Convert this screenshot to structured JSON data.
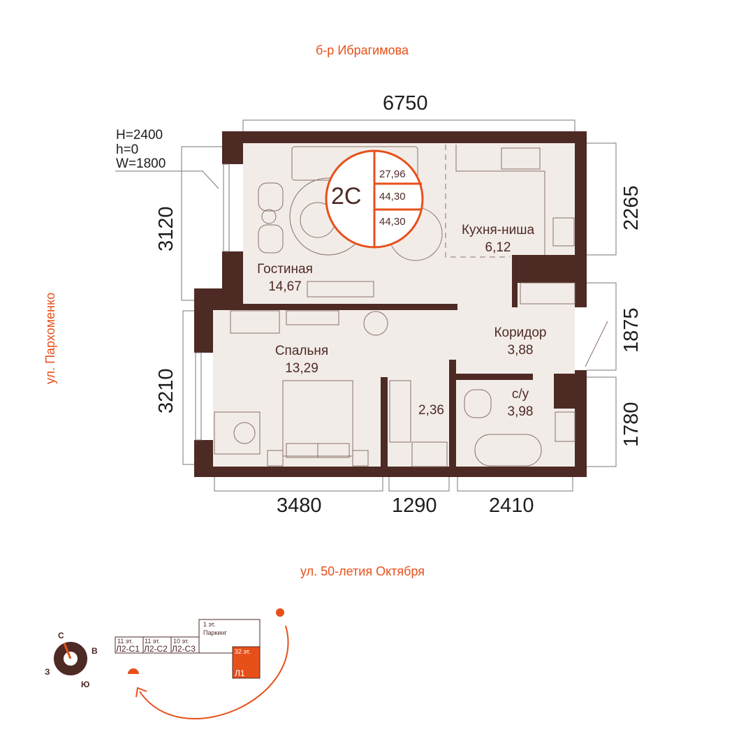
{
  "streets": {
    "top": "б-р Ибрагимова",
    "left": "ул. Пархоменко",
    "bottom": "ул. 50-летия Октября"
  },
  "dimensions": {
    "top": "6750",
    "left_upper": "3120",
    "left_lower": "3210",
    "right_1": "2265",
    "right_2": "1875",
    "right_3": "1780",
    "bottom_1": "3480",
    "bottom_2": "1290",
    "bottom_3": "2410"
  },
  "window_params": {
    "H": "H=2400",
    "h": "h=0",
    "W": "W=1800"
  },
  "badge": {
    "type": "2С",
    "living_area": "27,96",
    "total_area": "44,30",
    "total_area_2": "44,30"
  },
  "rooms": [
    {
      "name": "Гостиная",
      "area": "14,67"
    },
    {
      "name": "Кухня-ниша",
      "area": "6,12"
    },
    {
      "name": "Спальня",
      "area": "13,29"
    },
    {
      "name": "Коридор",
      "area": "3,88"
    },
    {
      "name": "",
      "area": "2,36"
    },
    {
      "name": "с/у",
      "area": "3,98"
    }
  ],
  "compass": {
    "n": "С",
    "e": "В",
    "w": "З",
    "s": "Ю"
  },
  "buildings": [
    {
      "floors": "11 эт.",
      "name": "Л2-С1"
    },
    {
      "floors": "11 эт.",
      "name": "Л2-С2"
    },
    {
      "floors": "10 эт.",
      "name": "Л2-С3"
    },
    {
      "floors": "1 эт.",
      "name": "Паркинг"
    },
    {
      "floors": "32 эт.",
      "name": "Л1"
    }
  ],
  "colors": {
    "wall": "#4e2a25",
    "floor": "#f2ece8",
    "accent": "#e8501a"
  }
}
